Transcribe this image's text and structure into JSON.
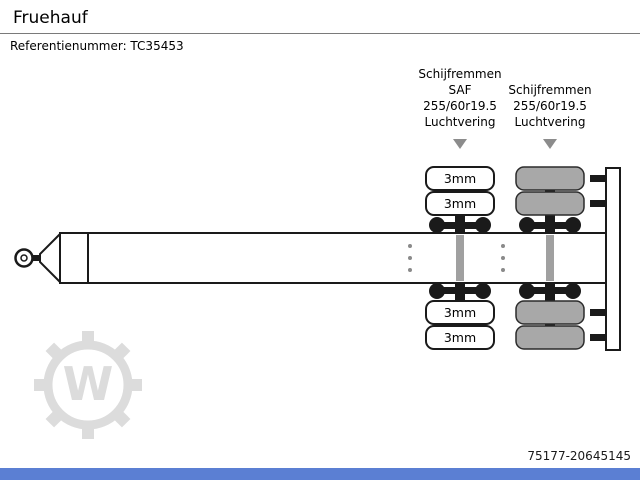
{
  "header": {
    "title": "Fruehauf",
    "reference": "Referentienummer: TC35453"
  },
  "axle_annotations": {
    "axle1": {
      "lines": [
        "Schijfremmen",
        "SAF",
        "255/60r19.5",
        "Luchtvering"
      ]
    },
    "axle2": {
      "lines": [
        "Schijfremmen",
        "255/60r19.5",
        "Luchtvering"
      ]
    }
  },
  "diagram": {
    "tire_tread_labels": [
      "3mm",
      "3mm",
      "3mm",
      "3mm"
    ],
    "watermark_letter": "W"
  },
  "footer": {
    "listing_id": "75177-20645145"
  },
  "colors": {
    "accent_bar": "#5b7fd3",
    "diagram_line": "#1a1a1a",
    "gray_tire": "#a8a8a8",
    "pointer": "#8c8c8c",
    "watermark": "#dcdcdc"
  }
}
